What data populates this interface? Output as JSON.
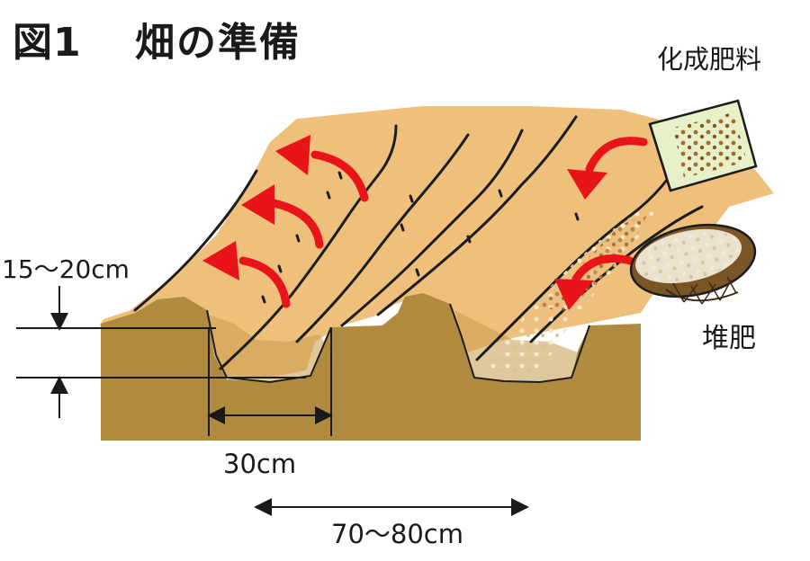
{
  "figure": {
    "number": "図1",
    "title": "畑の準備"
  },
  "labels": {
    "chemical_fertilizer": "化成肥料",
    "compost": "堆肥",
    "furrow_depth": "15～20cm",
    "furrow_width": "30cm",
    "row_spacing": "70～80cm"
  },
  "colors": {
    "field_surface": "#efc07c",
    "soil_cut": "#b08a3e",
    "ridge_line": "#1c1c1c",
    "arrow_red": "#e8141a",
    "fertilizer_bag": "#e7f1c9",
    "fertilizer_granules": "#b3722a",
    "basket": "#7a5526"
  },
  "icons": [
    "fertilizer-bag-icon",
    "compost-basket-icon",
    "red-curved-arrow-icon"
  ]
}
